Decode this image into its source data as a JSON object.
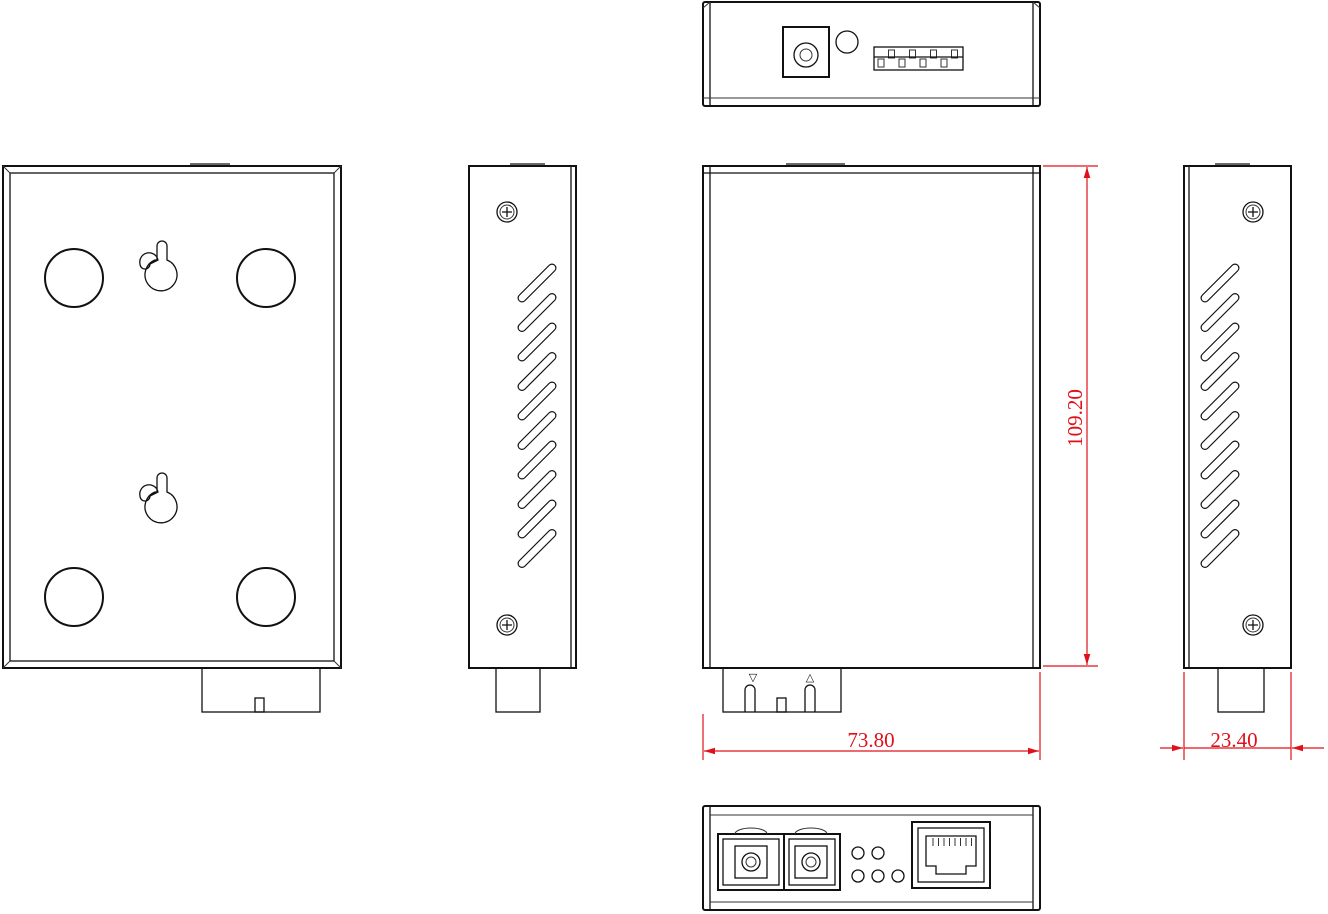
{
  "colors": {
    "outline": "#111111",
    "dimension": "#e0101a",
    "background": "#ffffff"
  },
  "dimensions": {
    "width": "73.80",
    "height": "109.20",
    "depth": "23.40"
  },
  "markers": {
    "tx_glyph": "▽",
    "rx_glyph": "△"
  },
  "icons": {
    "screw": "screw-icon",
    "vent": "vent-slot-icon",
    "keyhole": "keyhole-icon",
    "rj45": "rj45-port-icon",
    "sc_port": "sc-fiber-port-icon",
    "led": "led-indicator-icon",
    "dc_jack": "dc-jack-icon",
    "dip": "dip-switch-icon"
  }
}
